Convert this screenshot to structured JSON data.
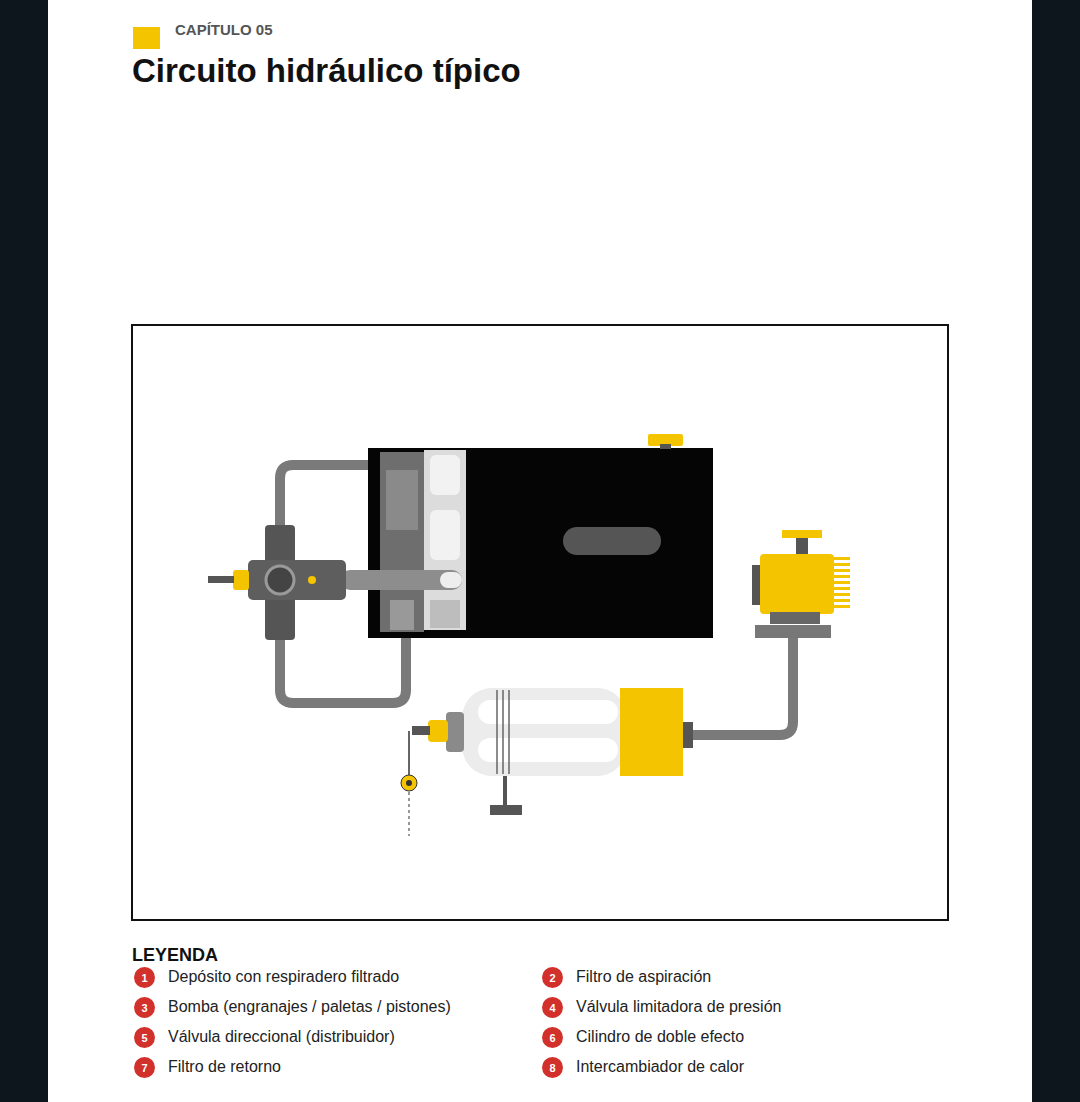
{
  "diagram": {
    "title": "Circuito hidráulico típico",
    "labels": [
      "CAPÍTULO 05",
      "LEYENDA",
      "1",
      "2",
      "3",
      "4",
      "5",
      "6",
      "7",
      "8"
    ],
    "legend": [
      {
        "text": "Depósito con respiradero filtrado"
      },
      {
        "text": "Filtro de aspiración"
      },
      {
        "text": "Bomba (engranajes / paletas / pistones)"
      },
      {
        "text": "Válvula limitadora de presión"
      },
      {
        "text": "Válvula direccional (distribuidor)"
      },
      {
        "text": "Cilindro de doble efecto"
      },
      {
        "text": "Filtro de retorno"
      },
      {
        "text": "Intercambiador de calor"
      }
    ]
  }
}
